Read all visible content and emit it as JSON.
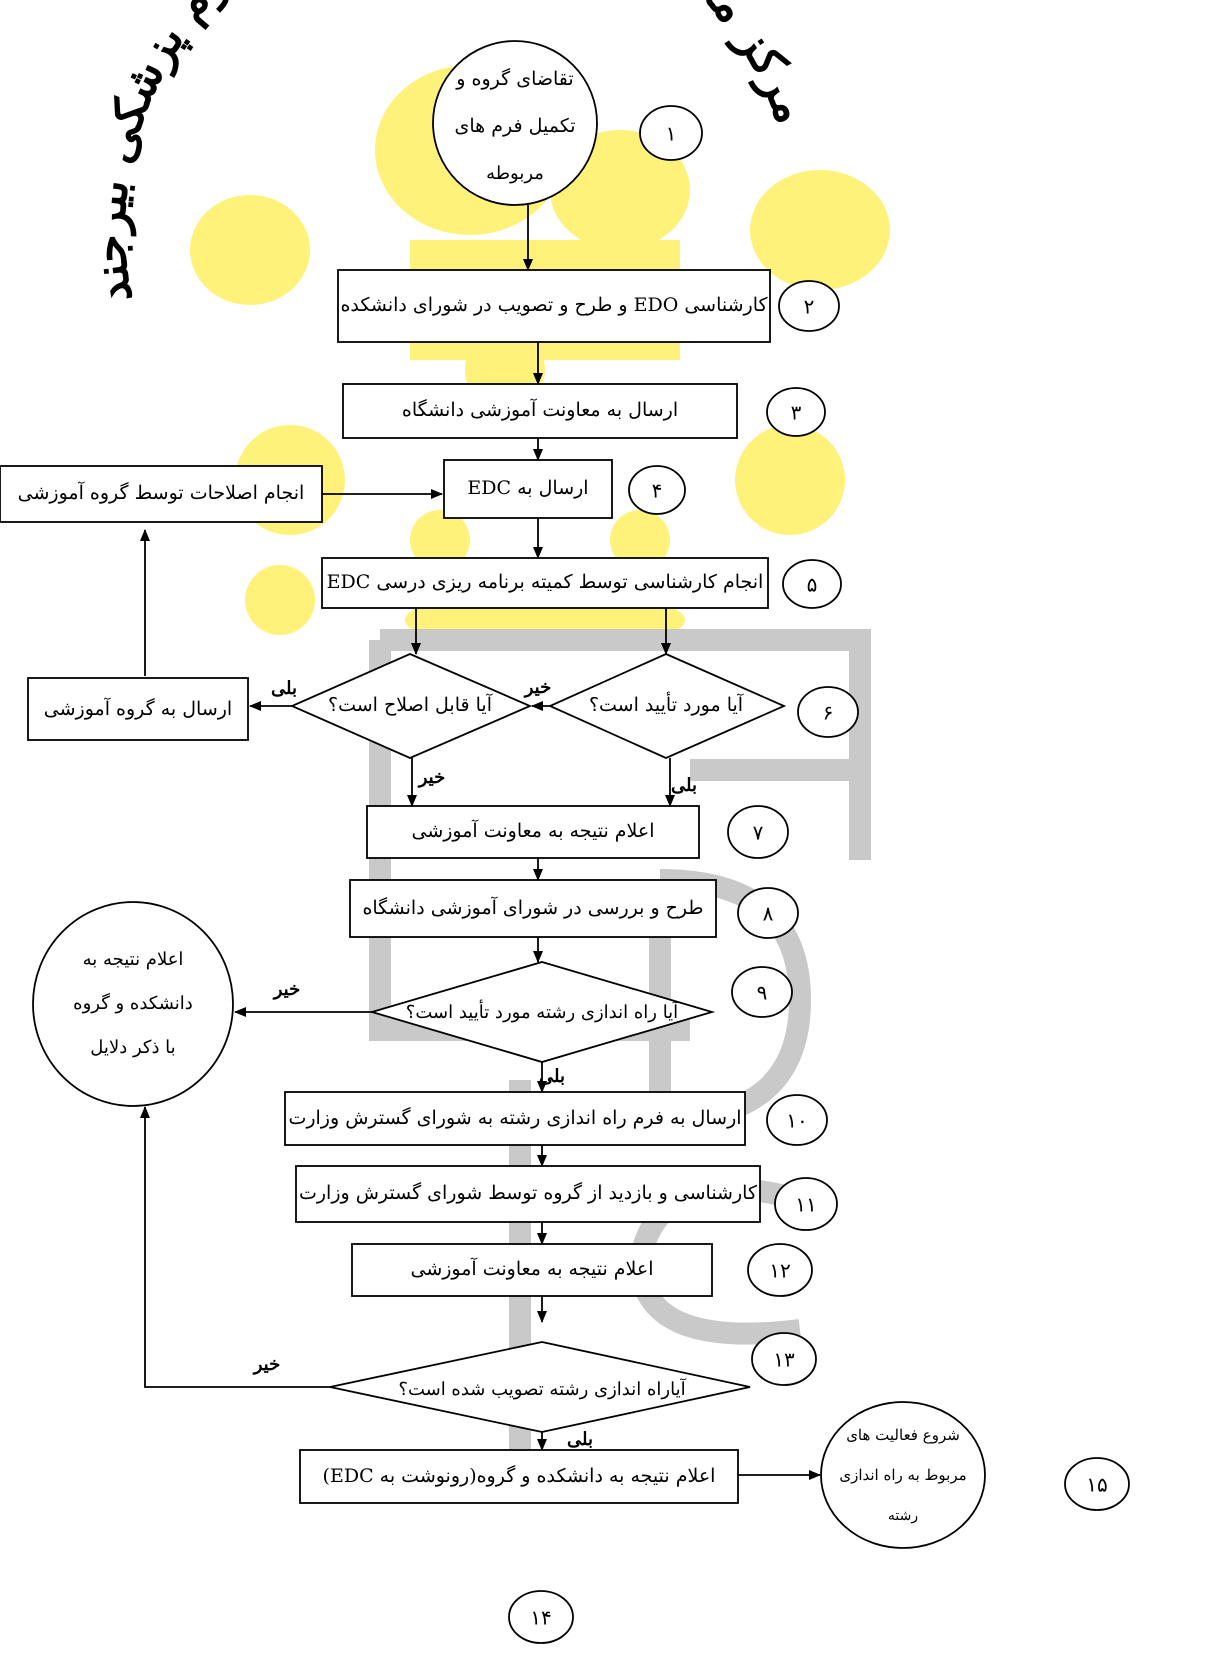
{
  "watermark": {
    "arc_text": "مرکز مطالعات و توسعه آموزش علوم پزشکی بیرجند",
    "letters": "EDC",
    "colors": {
      "yellow": "#fff27a",
      "gray": "#c9c9c9"
    }
  },
  "nodes": {
    "n1": {
      "lines": [
        "تقاضای گروه و",
        "تکمیل فرم های",
        "مربوطه"
      ]
    },
    "n2": {
      "text": "کارشناسی EDO و طرح و تصویب در شورای دانشکده"
    },
    "n3": {
      "text": "ارسال به معاونت آموزشی دانشگاه"
    },
    "n4": {
      "text": "ارسال به EDC"
    },
    "n4b": {
      "text": "انجام اصلاحات توسط گروه آموزشی"
    },
    "n5": {
      "text": "انجام کارشناسی توسط کمیته برنامه ریزی درسی EDC"
    },
    "n6": {
      "text": "آیا مورد تأیید است؟"
    },
    "n6b": {
      "text": "آیا قابل اصلاح است؟"
    },
    "n6c": {
      "text": "ارسال به گروه آموزشی"
    },
    "n7": {
      "text": "اعلام نتیجه به معاونت آموزشی"
    },
    "n8": {
      "text": "طرح و بررسی در شورای آموزشی دانشگاه"
    },
    "n9": {
      "text": "آیا راه اندازی رشته مورد تأیید است؟"
    },
    "n9b": {
      "lines": [
        "اعلام نتیجه به",
        "دانشکده و گروه",
        "با ذکر دلایل"
      ]
    },
    "n10": {
      "text": "ارسال به فرم راه اندازی رشته به شورای گسترش وزارت"
    },
    "n11": {
      "text": "کارشناسی و بازدید از گروه توسط شورای گسترش وزارت"
    },
    "n12": {
      "text": "اعلام نتیجه به معاونت آموزشی"
    },
    "n13": {
      "text": "آیاراه اندازی رشته تصویب شده است؟"
    },
    "n14": {
      "text": "اعلام نتیجه به دانشکده و گروه(رونوشت به EDC)"
    },
    "n15": {
      "lines": [
        "شروع فعالیت های",
        "مربوط به راه اندازی",
        "رشته"
      ]
    }
  },
  "step_numbers": [
    "۱",
    "۲",
    "۳",
    "۴",
    "۵",
    "۶",
    "۷",
    "۸",
    "۹",
    "۱۰",
    "۱۱",
    "۱۲",
    "۱۳",
    "۱۴",
    "۱۵"
  ],
  "edge_labels": {
    "yes": "بلی",
    "no": "خیر"
  }
}
